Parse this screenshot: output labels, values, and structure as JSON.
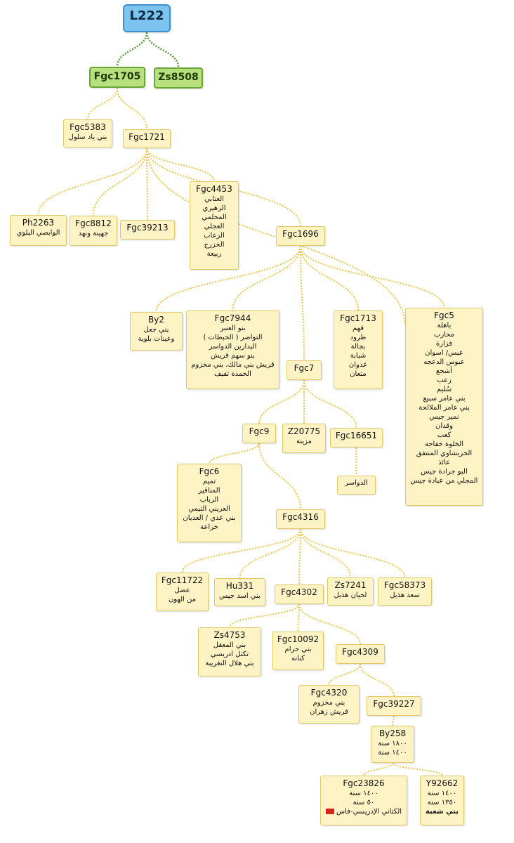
{
  "nodes": [
    {
      "id": "L222",
      "code": "L222",
      "lines": []
    },
    {
      "id": "Fgc1705",
      "code": "Fgc1705",
      "lines": []
    },
    {
      "id": "Zs8508",
      "code": "Zs8508",
      "lines": []
    },
    {
      "id": "Fgc5383",
      "code": "Fgc5383",
      "lines": [
        "بني ياد سلول"
      ]
    },
    {
      "id": "Fgc1721",
      "code": "Fgc1721",
      "lines": []
    },
    {
      "id": "Ph2263",
      "code": "Ph2263",
      "lines": [
        "الوابصي البلوي"
      ]
    },
    {
      "id": "Fgc8812",
      "code": "Fgc8812",
      "lines": [
        "جهينة ونهد"
      ]
    },
    {
      "id": "Fgc39213",
      "code": "Fgc39213",
      "lines": []
    },
    {
      "id": "Fgc4453",
      "code": "Fgc4453",
      "lines": [
        "العتابي",
        "الزهيري",
        "المحلمي",
        "العجلي",
        "الزعاب",
        "الخزرج",
        "ربيعة"
      ]
    },
    {
      "id": "Fgc1696",
      "code": "Fgc1696",
      "lines": []
    },
    {
      "id": "By2",
      "code": "By2",
      "lines": [
        "بني جعل",
        "وعينات بلوية"
      ]
    },
    {
      "id": "Fgc7944",
      "code": "Fgc7944",
      "lines": [
        "بنو العنبر",
        "التواصر ( الحبطات )",
        "البدارين الدواسر",
        "بنو سهم قريش",
        "قريش بني مالك، بني مخزوم",
        "الحمدة ثقيف"
      ]
    },
    {
      "id": "Fgc1713",
      "code": "Fgc1713",
      "lines": [
        "فهم",
        "طرود",
        "بجالة",
        "شبابة",
        "عدوان",
        "متعان"
      ]
    },
    {
      "id": "Fgc5",
      "code": "Fgc5",
      "lines": [
        "باهلة",
        "محارب",
        "فزارة",
        "عبس/ اسوان",
        "عبوس الدعجه",
        "أشجع",
        "زعب",
        "سُليم",
        "بني عامر سبيع",
        "بني عامر الملالحة",
        "نمير جيس",
        "وقدان",
        "كعب",
        "الخلوة خفاجة",
        "الحريشاوي المنتفق",
        "عائذ",
        "البو جرادة جيس",
        "المجلي من عبادة جيس"
      ]
    },
    {
      "id": "Fgc7",
      "code": "Fgc7",
      "lines": []
    },
    {
      "id": "Fgc9",
      "code": "Fgc9",
      "lines": []
    },
    {
      "id": "Z20775",
      "code": "Z20775",
      "lines": [
        "مزينة"
      ]
    },
    {
      "id": "Fgc16651",
      "code": "Fgc16651",
      "lines": []
    },
    {
      "id": "Dawasir",
      "code": "",
      "lines": [
        "الدواسر"
      ]
    },
    {
      "id": "Fgc6",
      "code": "Fgc6",
      "lines": [
        "تميم",
        "المناقير",
        "الرباب",
        "العريني التيمي",
        "بني عدي / العديان",
        "خزاعة"
      ]
    },
    {
      "id": "Fgc4316",
      "code": "Fgc4316",
      "lines": []
    },
    {
      "id": "Fgc11722",
      "code": "Fgc11722",
      "lines": [
        "عضل",
        "من الهون"
      ]
    },
    {
      "id": "Hu331",
      "code": "Hu331",
      "lines": [
        "بني اسد جيس"
      ]
    },
    {
      "id": "Fgc4302",
      "code": "Fgc4302",
      "lines": []
    },
    {
      "id": "Zs7241",
      "code": "Zs7241",
      "lines": [
        "لحيان هذيل"
      ]
    },
    {
      "id": "Fgc58373",
      "code": "Fgc58373",
      "lines": [
        "سعد هذيل"
      ]
    },
    {
      "id": "Zs4753",
      "code": "Zs4753",
      "lines": [
        "بني المعقل",
        "تكتل ادريسي",
        "بني هلال التغريبة"
      ]
    },
    {
      "id": "Fgc10092",
      "code": "Fgc10092",
      "lines": [
        "بني حرام",
        "كنانه"
      ]
    },
    {
      "id": "Fgc4309",
      "code": "Fgc4309",
      "lines": []
    },
    {
      "id": "Fgc4320",
      "code": "Fgc4320",
      "lines": [
        "بني مخزوم",
        "قريش زهران"
      ]
    },
    {
      "id": "Fgc39227",
      "code": "Fgc39227",
      "lines": []
    },
    {
      "id": "By258",
      "code": "By258",
      "lines": [
        "١٨٠٠ سنة",
        "١٤٠٠ سنة"
      ]
    },
    {
      "id": "Fgc23826",
      "code": "Fgc23826",
      "lines": [
        "١٤٠٠ سنة",
        "٥٠ سنة",
        "الكتاني الإدريسي-فاس"
      ]
    },
    {
      "id": "Y92662",
      "code": "Y92662",
      "lines": [
        "١٤٠٠ سنة",
        "١٣٥٠ سنة",
        "بني شعبة"
      ]
    }
  ],
  "edges": [
    [
      "L222",
      "Fgc1705"
    ],
    [
      "L222",
      "Zs8508"
    ],
    [
      "Fgc1705",
      "Fgc5383"
    ],
    [
      "Fgc1705",
      "Fgc1721"
    ],
    [
      "Fgc1721",
      "Ph2263"
    ],
    [
      "Fgc1721",
      "Fgc8812"
    ],
    [
      "Fgc1721",
      "Fgc39213"
    ],
    [
      "Fgc1721",
      "Fgc4453"
    ],
    [
      "Fgc1721",
      "Fgc1696"
    ],
    [
      "Fgc1721",
      "Fgc5"
    ],
    [
      "Fgc1696",
      "By2"
    ],
    [
      "Fgc1696",
      "Fgc7944"
    ],
    [
      "Fgc1696",
      "Fgc7"
    ],
    [
      "Fgc1696",
      "Fgc1713"
    ],
    [
      "Fgc1696",
      "Fgc5"
    ],
    [
      "Fgc7",
      "Fgc9"
    ],
    [
      "Fgc7",
      "Z20775"
    ],
    [
      "Fgc7",
      "Fgc16651"
    ],
    [
      "Fgc16651",
      "Dawasir"
    ],
    [
      "Fgc9",
      "Fgc6"
    ],
    [
      "Fgc9",
      "Fgc4316"
    ],
    [
      "Fgc4316",
      "Fgc11722"
    ],
    [
      "Fgc4316",
      "Hu331"
    ],
    [
      "Fgc4316",
      "Fgc4302"
    ],
    [
      "Fgc4316",
      "Zs7241"
    ],
    [
      "Fgc4316",
      "Fgc58373"
    ],
    [
      "Fgc4302",
      "Zs4753"
    ],
    [
      "Fgc4302",
      "Fgc10092"
    ],
    [
      "Fgc4302",
      "Fgc4309"
    ],
    [
      "Fgc4309",
      "Fgc4320"
    ],
    [
      "Fgc4309",
      "Fgc39227"
    ],
    [
      "Fgc39227",
      "By258"
    ],
    [
      "By258",
      "Fgc23826"
    ],
    [
      "By258",
      "Y92662"
    ]
  ],
  "colors": {
    "edge_green": "#5a9a3a",
    "edge_yellow": "#e8c547",
    "node_fill": "#fdf3c4",
    "node_border": "#e2c965",
    "root_fill": "#7cc3f0",
    "top_fill": "#b8e07c"
  }
}
